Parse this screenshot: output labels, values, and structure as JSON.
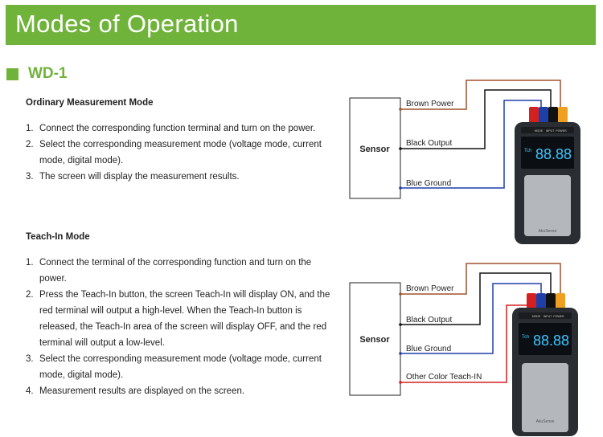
{
  "header": {
    "title": "Modes of Operation"
  },
  "section": {
    "title": "WD-1"
  },
  "ordinary": {
    "title": "Ordinary Measurement Mode",
    "steps": [
      {
        "num": "1.",
        "text": "Connect the corresponding function terminal and turn on the power."
      },
      {
        "num": "2.",
        "text": "Select the corresponding measurement mode (voltage mode, current mode, digital mode)."
      },
      {
        "num": "3.",
        "text": "The screen will display the measurement results."
      }
    ]
  },
  "teach": {
    "title": "Teach-In Mode",
    "steps": [
      {
        "num": "1.",
        "text": "Connect the terminal of the corresponding function and turn on the power."
      },
      {
        "num": "2.",
        "text": "Press the Teach-In button, the screen Teach-In will display ON, and the red terminal will output a high-level. When the Teach-In button is released, the Teach-In area of the screen will display OFF, and the red terminal will output a  low-level."
      },
      {
        "num": "3.",
        "text": "Select the corresponding measurement mode (voltage mode, current mode, digital mode)."
      },
      {
        "num": "4.",
        "text": "Measurement results are displayed on the screen."
      }
    ]
  },
  "diagram1": {
    "sensor_label": "Sensor",
    "wires": {
      "brown": "Brown Power",
      "black": "Black Output",
      "blue": "Blue Ground"
    }
  },
  "diagram2": {
    "sensor_label": "Sensor",
    "wires": {
      "brown": "Brown Power",
      "black": "Black Output",
      "blue": "Blue Ground",
      "red": "Other Color Teach-IN"
    }
  },
  "device": {
    "display": "88.88",
    "tch_label": "Tch",
    "brand": "AkuSense",
    "button_labels": [
      "MODE",
      "INPUT",
      "POWER"
    ]
  },
  "colors": {
    "accent": "#70b33a",
    "brown": "#a0522d",
    "black": "#111111",
    "blue": "#1f3fa8",
    "red": "#d32020",
    "orange": "#f0a020"
  }
}
